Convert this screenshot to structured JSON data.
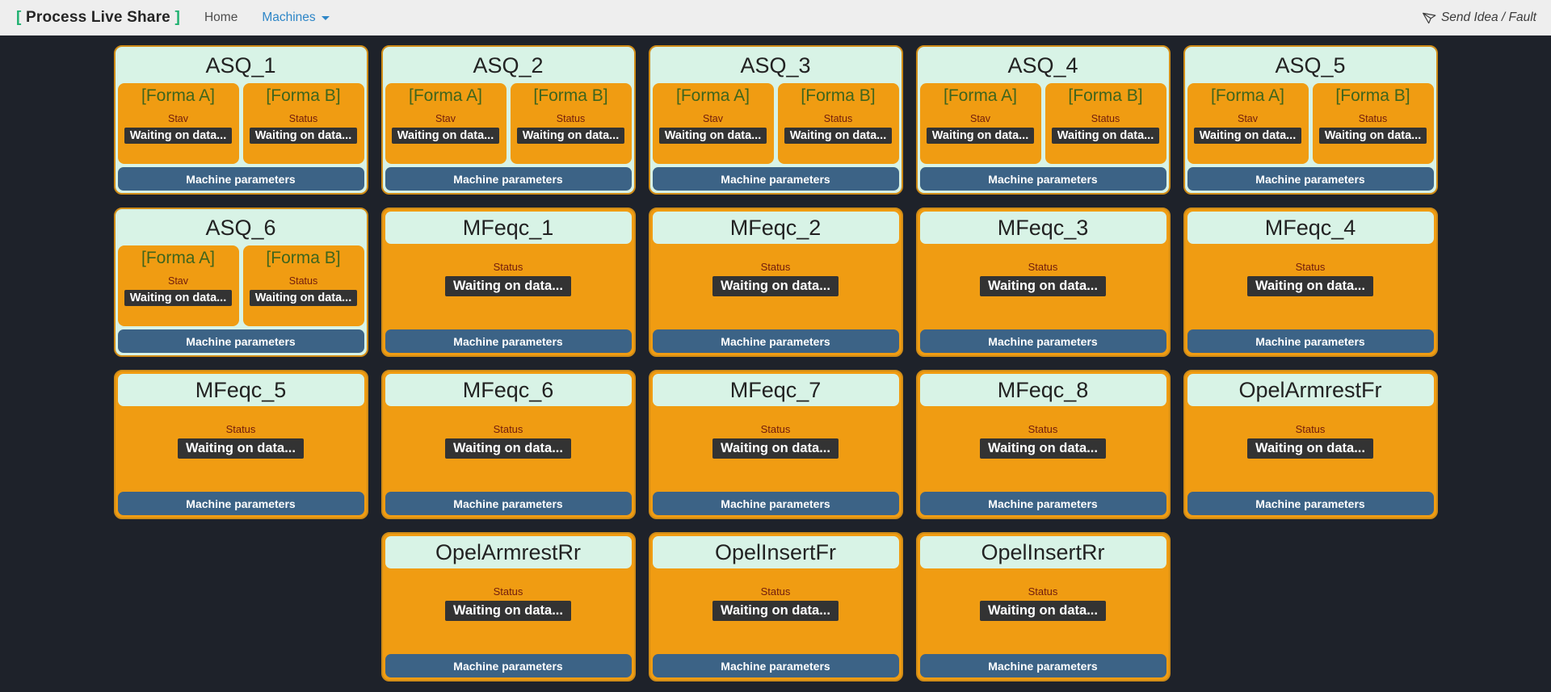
{
  "navbar": {
    "brand": {
      "open_bracket": "[",
      "text": "Process Live Share",
      "close_bracket": "]"
    },
    "links": [
      {
        "label": "Home",
        "active": false
      },
      {
        "label": "Machines",
        "active": true,
        "has_dropdown": true
      }
    ],
    "right_link": {
      "label": "Send Idea / Fault",
      "icon": "send-icon"
    }
  },
  "colors": {
    "page_background": "#1e222a",
    "navbar_background": "#eeeeee",
    "brand_bracket_green": "#1fb170",
    "active_link_blue": "#2e86c7",
    "card_mint": "#d8f3e6",
    "card_orange": "#f09c12",
    "card_border": "#d08c17",
    "status_badge_background": "#333333",
    "footer_button_blue": "#3c6386",
    "form_name_green": "#3f651c",
    "status_label_maroon": "#701b0d"
  },
  "cards": [
    {
      "title": "ASQ_1",
      "type": "dual",
      "footer": "Machine parameters",
      "forms": [
        {
          "name": "[Forma A]",
          "status_label": "Stav",
          "status_value": "Waiting on data..."
        },
        {
          "name": "[Forma B]",
          "status_label": "Status",
          "status_value": "Waiting on data..."
        }
      ]
    },
    {
      "title": "ASQ_2",
      "type": "dual",
      "footer": "Machine parameters",
      "forms": [
        {
          "name": "[Forma A]",
          "status_label": "Stav",
          "status_value": "Waiting on data..."
        },
        {
          "name": "[Forma B]",
          "status_label": "Status",
          "status_value": "Waiting on data..."
        }
      ]
    },
    {
      "title": "ASQ_3",
      "type": "dual",
      "footer": "Machine parameters",
      "forms": [
        {
          "name": "[Forma A]",
          "status_label": "Stav",
          "status_value": "Waiting on data..."
        },
        {
          "name": "[Forma B]",
          "status_label": "Status",
          "status_value": "Waiting on data..."
        }
      ]
    },
    {
      "title": "ASQ_4",
      "type": "dual",
      "footer": "Machine parameters",
      "forms": [
        {
          "name": "[Forma A]",
          "status_label": "Stav",
          "status_value": "Waiting on data..."
        },
        {
          "name": "[Forma B]",
          "status_label": "Status",
          "status_value": "Waiting on data..."
        }
      ]
    },
    {
      "title": "ASQ_5",
      "type": "dual",
      "footer": "Machine parameters",
      "forms": [
        {
          "name": "[Forma A]",
          "status_label": "Stav",
          "status_value": "Waiting on data..."
        },
        {
          "name": "[Forma B]",
          "status_label": "Status",
          "status_value": "Waiting on data..."
        }
      ]
    },
    {
      "title": "ASQ_6",
      "type": "dual",
      "footer": "Machine parameters",
      "forms": [
        {
          "name": "[Forma A]",
          "status_label": "Stav",
          "status_value": "Waiting on data..."
        },
        {
          "name": "[Forma B]",
          "status_label": "Status",
          "status_value": "Waiting on data..."
        }
      ]
    },
    {
      "title": "MFeqc_1",
      "type": "single",
      "status_label": "Status",
      "status_value": "Waiting on data...",
      "footer": "Machine parameters"
    },
    {
      "title": "MFeqc_2",
      "type": "single",
      "status_label": "Status",
      "status_value": "Waiting on data...",
      "footer": "Machine parameters"
    },
    {
      "title": "MFeqc_3",
      "type": "single",
      "status_label": "Status",
      "status_value": "Waiting on data...",
      "footer": "Machine parameters"
    },
    {
      "title": "MFeqc_4",
      "type": "single",
      "status_label": "Status",
      "status_value": "Waiting on data...",
      "footer": "Machine parameters"
    },
    {
      "title": "MFeqc_5",
      "type": "single",
      "status_label": "Status",
      "status_value": "Waiting on data...",
      "footer": "Machine parameters"
    },
    {
      "title": "MFeqc_6",
      "type": "single",
      "status_label": "Status",
      "status_value": "Waiting on data...",
      "footer": "Machine parameters"
    },
    {
      "title": "MFeqc_7",
      "type": "single",
      "status_label": "Status",
      "status_value": "Waiting on data...",
      "footer": "Machine parameters"
    },
    {
      "title": "MFeqc_8",
      "type": "single",
      "status_label": "Status",
      "status_value": "Waiting on data...",
      "footer": "Machine parameters"
    },
    {
      "title": "OpelArmrestFr",
      "type": "single",
      "status_label": "Status",
      "status_value": "Waiting on data...",
      "footer": "Machine parameters"
    },
    {
      "title": "OpelArmrestRr",
      "type": "single",
      "status_label": "Status",
      "status_value": "Waiting on data...",
      "footer": "Machine parameters"
    },
    {
      "title": "OpelInsertFr",
      "type": "single",
      "status_label": "Status",
      "status_value": "Waiting on data...",
      "footer": "Machine parameters"
    },
    {
      "title": "OpelInsertRr",
      "type": "single",
      "status_label": "Status",
      "status_value": "Waiting on data...",
      "footer": "Machine parameters"
    }
  ]
}
